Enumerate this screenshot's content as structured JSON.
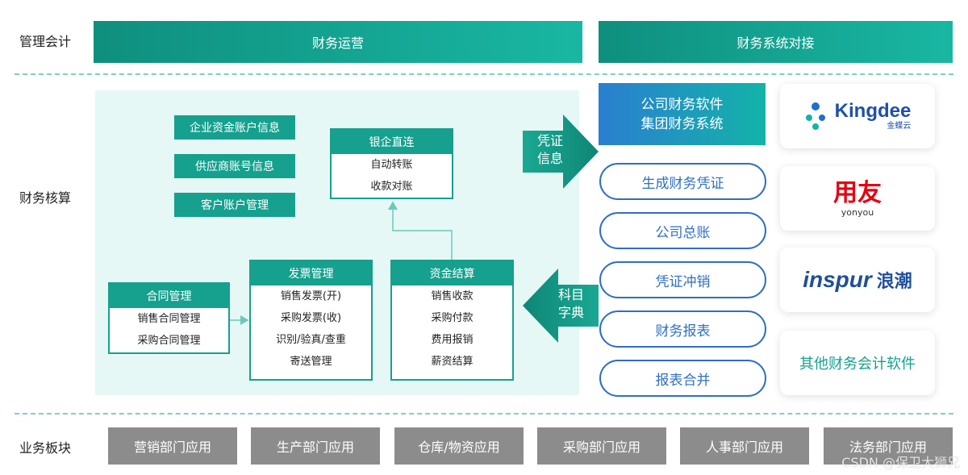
{
  "rows": {
    "management": "管理会计",
    "accounting": "财务核算",
    "business": "业务板块"
  },
  "top": {
    "ops": "财务运营",
    "integration": "财务系统对接"
  },
  "tags": [
    "企业资金账户信息",
    "供应商账号信息",
    "客户账户管理"
  ],
  "bank": {
    "title": "银企直连",
    "items": [
      "自动转账",
      "收款对账"
    ]
  },
  "contract": {
    "title": "合同管理",
    "items": [
      "销售合同管理",
      "采购合同管理"
    ]
  },
  "invoice": {
    "title": "发票管理",
    "items": [
      "销售发票(开)",
      "采购发票(收)",
      "识别/验真/查重",
      "寄送管理"
    ]
  },
  "settlement": {
    "title": "资金结算",
    "items": [
      "销售收款",
      "采购付款",
      "费用报销",
      "薪资结算"
    ]
  },
  "arrows": {
    "voucher": [
      "凭证",
      "信息"
    ],
    "subject": [
      "科目",
      "字典"
    ]
  },
  "system": {
    "line1": "公司财务软件",
    "line2": "集团财务系统",
    "pills": [
      "生成财务凭证",
      "公司总账",
      "凭证冲销",
      "财务报表",
      "报表合并"
    ]
  },
  "vendors": {
    "kingdee": "Kingdee",
    "kingdee_cn": "金蝶云",
    "yonyou": "用友",
    "yonyou_en": "yonyou",
    "inspur": "inspur",
    "inspur_cn": "浪潮",
    "other": "其他财务会计软件"
  },
  "business": [
    "营销部门应用",
    "生产部门应用",
    "仓库/物资应用",
    "采购部门应用",
    "人事部门应用",
    "法务部门应用"
  ],
  "watermark": "CSDN @保卫大狮兄",
  "colors": {
    "teal": "#16a08e",
    "teal_light": "#e6f8f5",
    "blue": "#2f6fc4",
    "gray": "#8c8c8c",
    "kingdee_blue": "#1f4fa8",
    "yonyou_red": "#e60012",
    "inspur_blue": "#1f4f9c",
    "other_green": "#16a08e"
  }
}
